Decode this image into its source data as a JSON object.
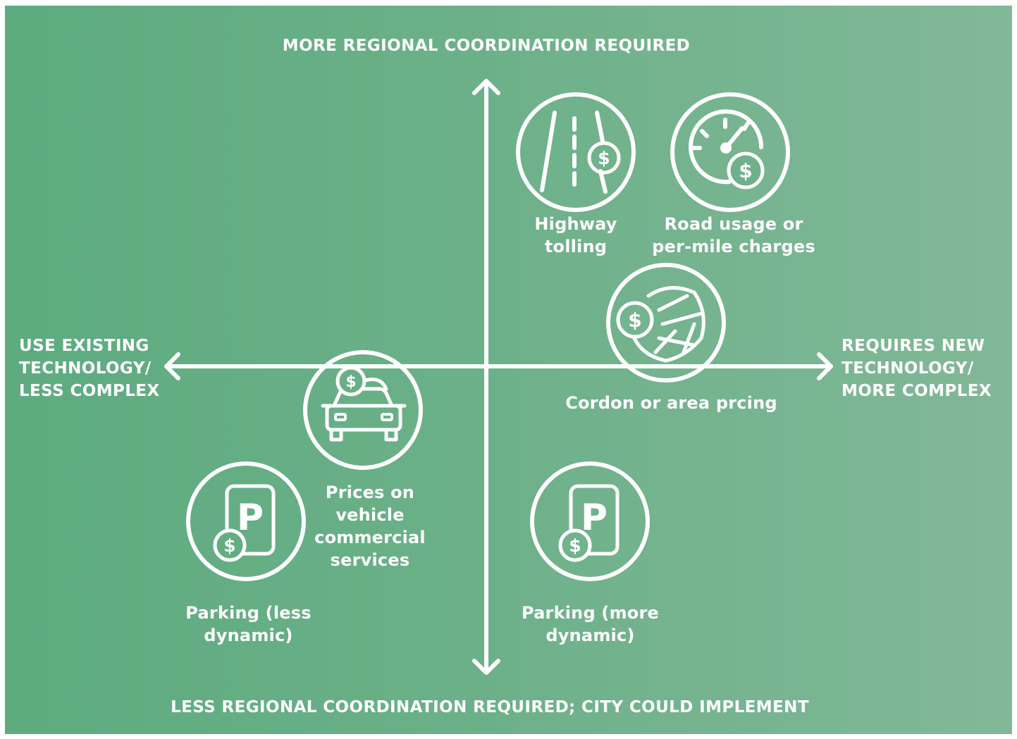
{
  "colors": {
    "background_left": "#5eab80",
    "background_right": "#82b898",
    "foreground": "#ffffff"
  },
  "axes": {
    "top": "MORE REGIONAL COORDINATION REQUIRED",
    "bottom": "LESS REGIONAL COORDINATION REQUIRED; CITY COULD IMPLEMENT",
    "left": "USE EXISTING\nTECHNOLOGY/\nLESS COMPLEX",
    "right": "REQUIRES NEW\nTECHNOLOGY/\nMORE COMPLEX"
  },
  "items": {
    "highway_tolling": {
      "label": "Highway\ntolling",
      "icon": "highway-toll-icon"
    },
    "road_usage": {
      "label": "Road usage or\nper-mile charges",
      "icon": "speedometer-dollar-icon"
    },
    "cordon": {
      "label": "Cordon or area prcing",
      "icon": "map-dollar-icon"
    },
    "vehicle_services": {
      "label": "Prices on\nvehicle\ncommercial\nservices",
      "icon": "car-dollar-icon"
    },
    "parking_less": {
      "label": "Parking (less\ndynamic)",
      "icon": "parking-dollar-icon",
      "sign_letter": "P"
    },
    "parking_more": {
      "label": "Parking (more\ndynamic)",
      "icon": "parking-dollar-icon",
      "sign_letter": "P"
    }
  },
  "currency_symbol": "$"
}
